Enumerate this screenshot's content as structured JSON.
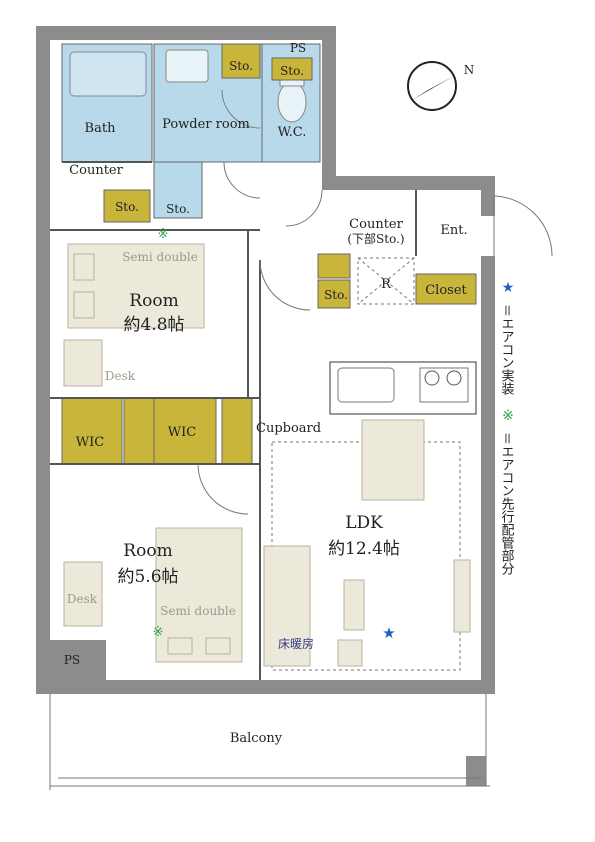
{
  "rooms": {
    "bath": "Bath",
    "powder_room": "Powder room",
    "wc": "W.C.",
    "counter_top": "Counter",
    "counter_kitchen": "Counter",
    "counter_kitchen_sub": "(下部Sto.)",
    "entrance": "Ent.",
    "closet": "Closet",
    "refrigerator": "R",
    "room1_name": "Room",
    "room1_size": "約4.8帖",
    "room2_name": "Room",
    "room2_size": "約5.6帖",
    "wic": "WIC",
    "cupboard": "Cupboard",
    "ldk_name": "LDK",
    "ldk_size": "約12.4帖",
    "balcony": "Balcony",
    "floor_heating": "床暖房",
    "ps": "PS",
    "sto": "Sto.",
    "semi_double": "Semi double",
    "desk": "Desk"
  },
  "compass": {
    "north_label": "N"
  },
  "legend": {
    "star_symbol": "★",
    "star_text": "＝エアコン実装",
    "kome_symbol": "※",
    "kome_text": "＝エアコン先行配管部分"
  },
  "colors": {
    "wall": "#8c8c8c",
    "wet_area": "#b8d9ea",
    "storage": "#c9b53a",
    "furniture": "#ece9da",
    "star": "#1f5fc4",
    "kome": "#2aa84a"
  }
}
